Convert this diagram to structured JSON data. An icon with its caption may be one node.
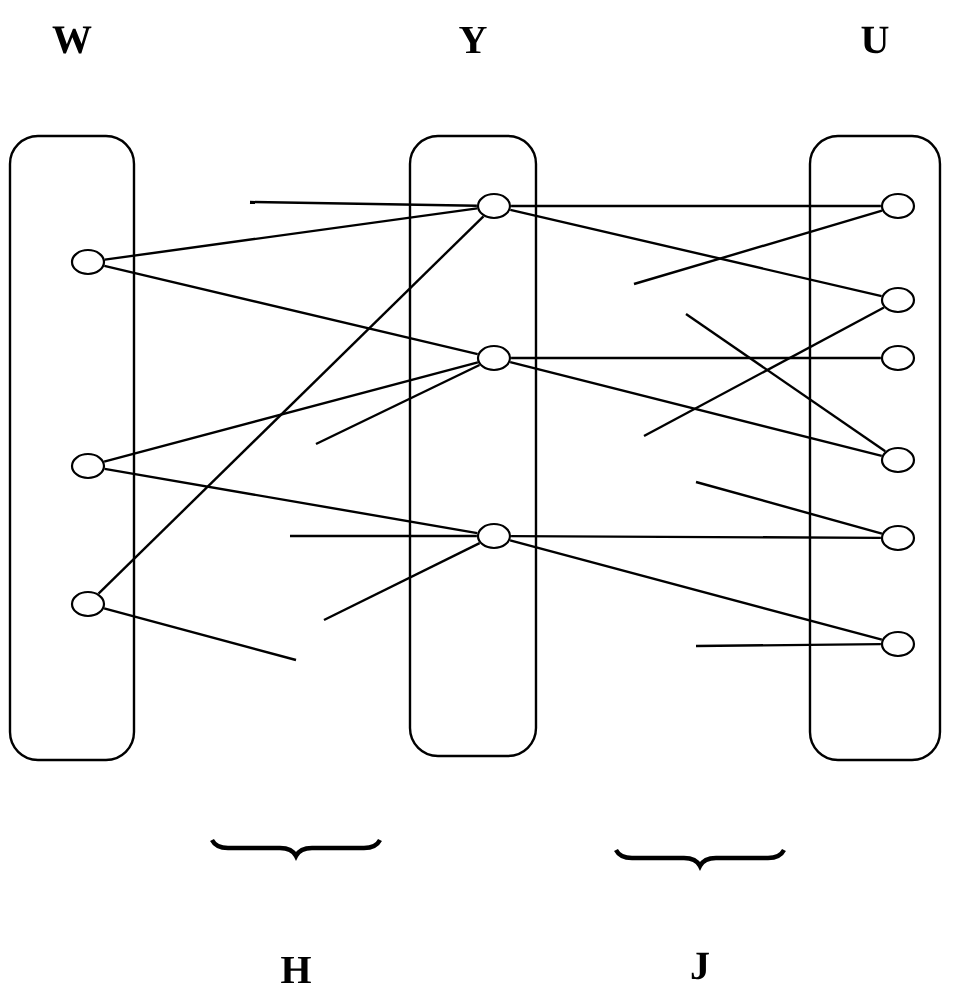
{
  "diagram": {
    "nodes": [
      {
        "text": [
          "W"
        ]
      },
      {
        "text": [
          "Y"
        ]
      },
      {
        "text": [
          "U"
        ]
      },
      {
        "text": [],
        "shape": "circle",
        "in": 0
      },
      {
        "text": [],
        "shape": "circle",
        "in": 0
      },
      {
        "text": [],
        "shape": "circle",
        "in": 0
      },
      {
        "text": [],
        "shape": "circle",
        "in": 1
      },
      {
        "text": [],
        "shape": "circle",
        "in": 1
      },
      {
        "text": [],
        "shape": "circle",
        "in": 1
      },
      {
        "text": [],
        "shape": "circle",
        "in": 2
      },
      {
        "text": [],
        "shape": "circle",
        "in": 2
      },
      {
        "text": [],
        "shape": "circle",
        "in": 2
      },
      {
        "text": [],
        "shape": "circle",
        "in": 2
      },
      {
        "text": [],
        "shape": "circle",
        "in": 2
      },
      {
        "text": [],
        "shape": "circle",
        "in": 2
      }
    ],
    "edges": [
      {
        "from": 3,
        "to": 6,
        "arrow": "none"
      },
      {
        "from": 3,
        "to": 7,
        "arrow": "none"
      },
      {
        "from": 4,
        "to": 7,
        "arrow": "none"
      },
      {
        "from": 4,
        "to": 8,
        "arrow": "none"
      },
      {
        "from": 5,
        "to": 6,
        "arrow": "none"
      },
      {
        "from": 6,
        "to": 9,
        "arrow": "none"
      },
      {
        "from": 6,
        "to": 10,
        "arrow": "none"
      },
      {
        "from": 7,
        "to": 11,
        "arrow": "none"
      },
      {
        "from": 7,
        "to": 12,
        "arrow": "none"
      },
      {
        "from": 8,
        "to": 13,
        "arrow": "none"
      },
      {
        "from": 8,
        "to": 14,
        "arrow": "none"
      },
      {
        "from": 6,
        "to": null,
        "arrow": "none"
      },
      {
        "from": 7,
        "to": null,
        "arrow": "none"
      },
      {
        "from": 8,
        "to": null,
        "arrow": "none"
      },
      {
        "from": 8,
        "to": null,
        "arrow": "none"
      },
      {
        "from": 5,
        "to": null,
        "arrow": "none"
      },
      {
        "from": 9,
        "to": null,
        "arrow": "none"
      },
      {
        "from": 10,
        "to": null,
        "arrow": "none"
      },
      {
        "from": 12,
        "to": null,
        "arrow": "none"
      },
      {
        "from": 13,
        "to": null,
        "arrow": "none"
      },
      {
        "from": 14,
        "to": null,
        "arrow": "none"
      }
    ],
    "labels": [
      "H",
      "J"
    ]
  }
}
